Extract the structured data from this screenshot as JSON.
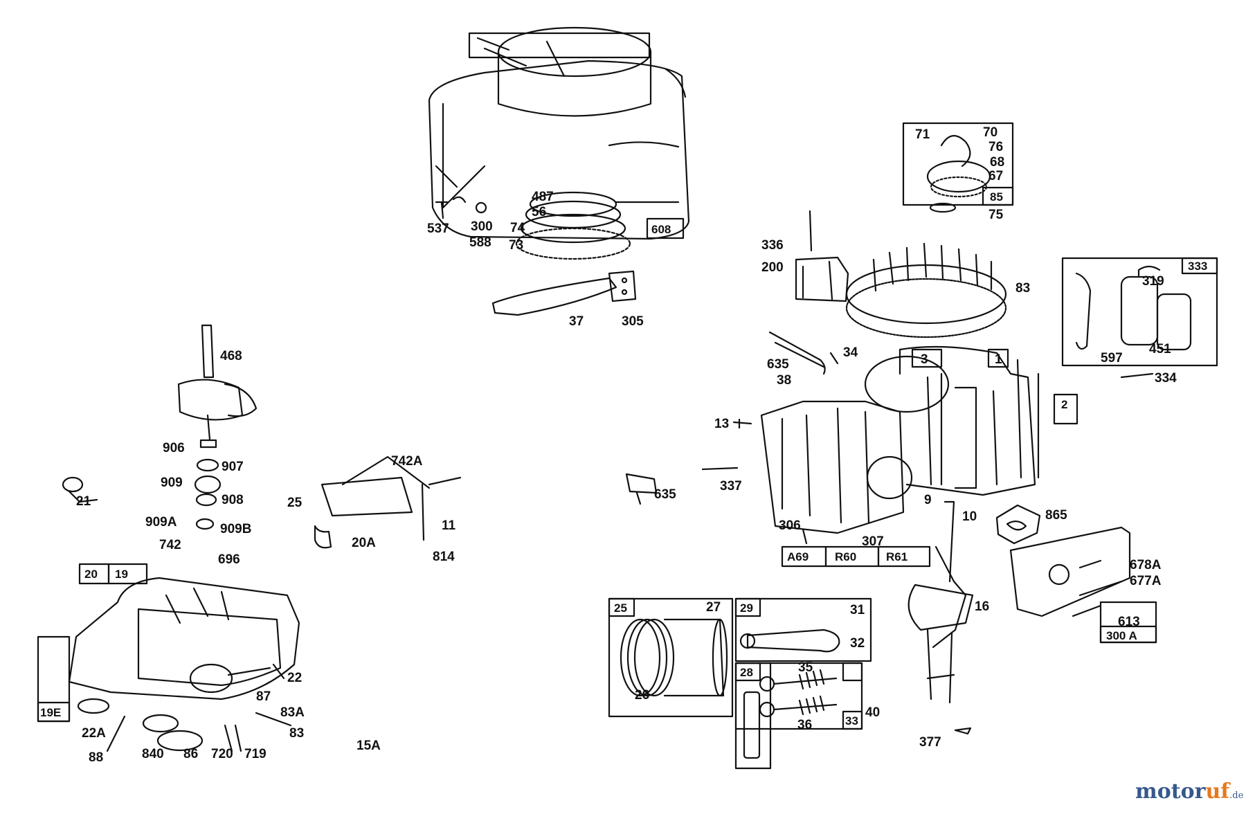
{
  "labels": {
    "l487": "487",
    "l56": "56",
    "l74": "74",
    "l73": "73",
    "l537": "537",
    "l300": "300",
    "l588": "588",
    "l37": "37",
    "l305": "305",
    "l336": "336",
    "l200": "200",
    "l83": "83",
    "l71": "71",
    "l70": "70",
    "l76": "76",
    "l68": "68",
    "l67": "67",
    "l75": "75",
    "l319": "319",
    "l597": "597",
    "l451": "451",
    "l334": "334",
    "l34": "34",
    "l635a": "635",
    "l38": "38",
    "l3": "3",
    "l1": "1",
    "l13": "13",
    "l337": "337",
    "l635b": "635",
    "l306": "306",
    "l307": "307",
    "l9": "9",
    "l10": "10",
    "l16": "16",
    "l865": "865",
    "l678a": "678A",
    "l677a": "677A",
    "l613": "613",
    "l27": "27",
    "l26": "26",
    "l31": "31",
    "l32": "32",
    "l35": "35",
    "l40": "40",
    "l36": "36",
    "l377": "377",
    "l468": "468",
    "l906": "906",
    "l907": "907",
    "l909": "909",
    "l908": "908",
    "l909a": "909A",
    "l909b": "909B",
    "l742": "742",
    "l696": "696",
    "l21": "21",
    "l742a": "742A",
    "l25a": "25",
    "l20a": "20A",
    "l11": "11",
    "l814": "814",
    "l22": "22",
    "l87": "87",
    "l83a": "83A",
    "l83b": "83",
    "l22a": "22A",
    "l88": "88",
    "l840": "840",
    "l86": "86",
    "l720": "720",
    "l719": "719",
    "l15a": "15A"
  },
  "boxed_labels": {
    "b608": "608",
    "b85": "85",
    "b333": "333",
    "b2": "2",
    "b25": "25",
    "b29": "29",
    "b28": "28",
    "b33": "33",
    "b300a": "300 A",
    "b20": "20",
    "b19": "19",
    "b19e": "19E",
    "b_gasket_a": "A69",
    "b_gasket_b": "R60",
    "b_gasket_c": "R61"
  },
  "watermark": {
    "main": "motor",
    "accent": "uf",
    "suffix": ".de"
  }
}
